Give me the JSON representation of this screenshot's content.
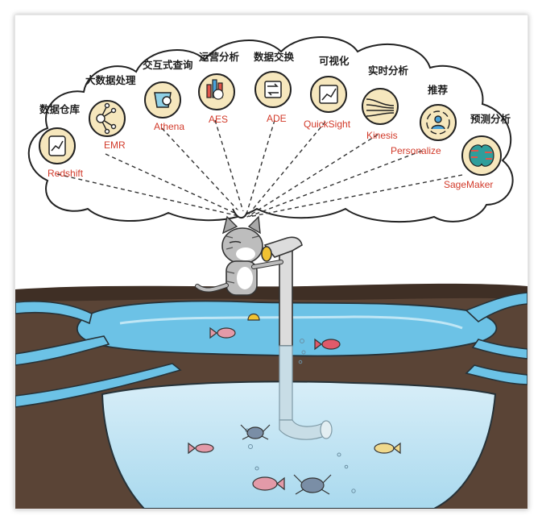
{
  "illustration": {
    "services": [
      {
        "category": "数据仓库",
        "product": "Redshift",
        "icon": "database-chart-icon"
      },
      {
        "category": "大数据处理",
        "product": "EMR",
        "icon": "network-nodes-icon"
      },
      {
        "category": "交互式查询",
        "product": "Athena",
        "icon": "bucket-magnifier-icon"
      },
      {
        "category": "运营分析",
        "product": "AES",
        "icon": "bar-chart-magnifier-icon"
      },
      {
        "category": "数据交换",
        "product": "ADE",
        "icon": "data-exchange-icon"
      },
      {
        "category": "可视化",
        "product": "QuickSight",
        "icon": "line-chart-icon"
      },
      {
        "category": "实时分析",
        "product": "Kinesis",
        "icon": "stream-lines-icon"
      },
      {
        "category": "推荐",
        "product": "Personalize",
        "icon": "person-cycle-icon"
      },
      {
        "category": "预测分析",
        "product": "SageMaker",
        "icon": "brain-circuit-icon"
      }
    ],
    "colors": {
      "label_red": "#d23a2a",
      "icon_fill": "#f6e7bd",
      "water_light": "#bfe3f3",
      "water_mid": "#6cc2e6",
      "earth": "#5a4436"
    }
  }
}
